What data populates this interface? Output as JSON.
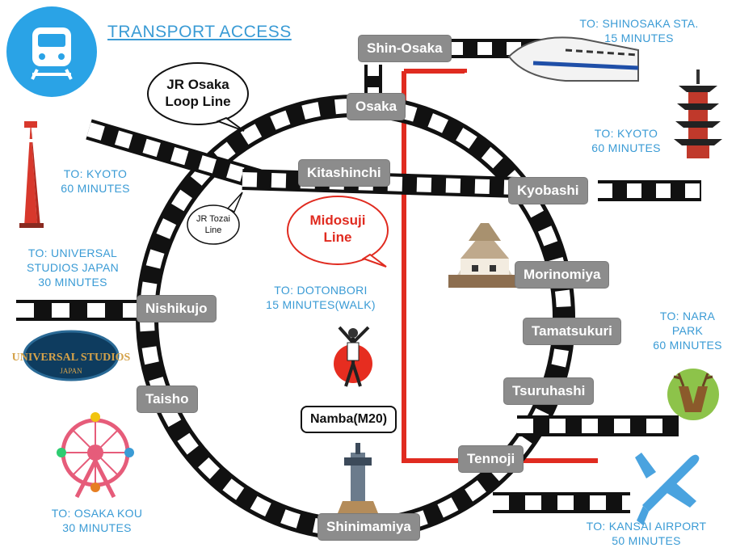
{
  "header": {
    "title": "TRANSPORT ACCESS"
  },
  "bubbles": {
    "loop_line": "JR Osaka\nLoop Line",
    "tozai_line": "JR Tozai\nLine",
    "midosuji_line": "Midosuji\nLine"
  },
  "stations": {
    "shin_osaka": "Shin-Osaka",
    "osaka": "Osaka",
    "kitashinchi": "Kitashinchi",
    "kyobashi": "Kyobashi",
    "morinomiya": "Morinomiya",
    "tamatsukuri": "Tamatsukuri",
    "tsuruhashi": "Tsuruhashi",
    "tennoji": "Tennoji",
    "shinimamiya": "Shinimamiya",
    "taisho": "Taisho",
    "nishikujo": "Nishikujo",
    "namba": "Namba(M20)"
  },
  "destinations": {
    "shinosaka_sta": "TO: SHINOSAKA STA.\n15 MINUTES",
    "kyoto_right": "TO: KYOTO\n60 MINUTES",
    "kyoto_left": "TO: KYOTO\n60 MINUTES",
    "universal": "TO: UNIVERSAL\nSTUDIOS JAPAN\n30 MINUTES",
    "dotonbori": "TO: DOTONBORI\n15 MINUTES(WALK)",
    "nara": "TO: NARA\nPARK\n60 MINUTES",
    "osaka_kou": "TO: OSAKA KOU\n30 MINUTES",
    "kansai": "TO:  KANSAI AIRPORT\n50 MINUTES"
  },
  "logos": {
    "universal_studios": "UNIVERSAL STUDIOS JAPAN"
  },
  "colors": {
    "accent": "#3a9bd5",
    "midosuji": "#e02b20",
    "station": "#8c8c8c",
    "track": "#111111"
  },
  "icons": [
    "train-icon",
    "tower-icon",
    "pagoda-icon",
    "castle-icon",
    "runner-icon",
    "ferris-wheel-icon",
    "deer-icon",
    "airplane-icon",
    "shinkansen-icon",
    "tsutenkaku-icon"
  ]
}
